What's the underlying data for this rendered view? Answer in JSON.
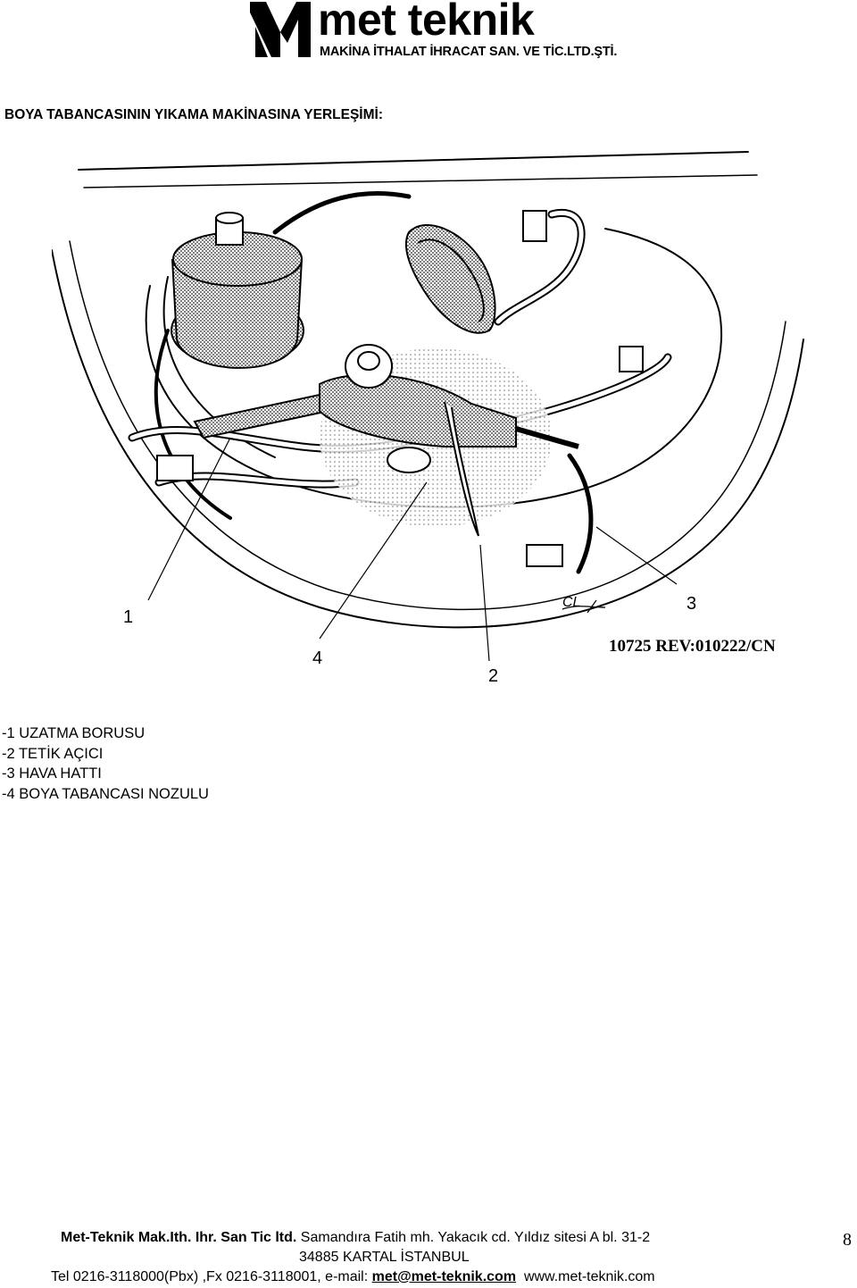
{
  "header": {
    "brand": "met teknik",
    "subtitle": "MAKİNA İTHALAT İHRACAT SAN. VE TİC.LTD.ŞTİ."
  },
  "title": "BOYA TABANCASININ YIKAMA MAKİNASINA YERLEŞİMİ:",
  "figure": {
    "callouts": [
      "1",
      "2",
      "3",
      "4"
    ],
    "signature_mark": "CL",
    "reference": "10725 REV:010222/CN"
  },
  "legend": [
    "-1 UZATMA BORUSU",
    "-2 TETİK AÇICI",
    "-3 HAVA HATTI",
    "-4 BOYA TABANCASI NOZULU"
  ],
  "footer": {
    "company": "Met-Teknik Mak.Ith. Ihr. San Tic ltd.",
    "address1": " Samandıra Fatih mh. Yakacık cd. Yıldız sitesi A bl. 31-2",
    "address2": "34885   KARTAL   İSTANBUL",
    "contact_prefix": "Tel 0216-3118000(Pbx) ,Fx 0216-3118001, e-mail: ",
    "email": "met@met-teknik.com",
    "website": "www.met-teknik.com"
  },
  "page_number": "8"
}
